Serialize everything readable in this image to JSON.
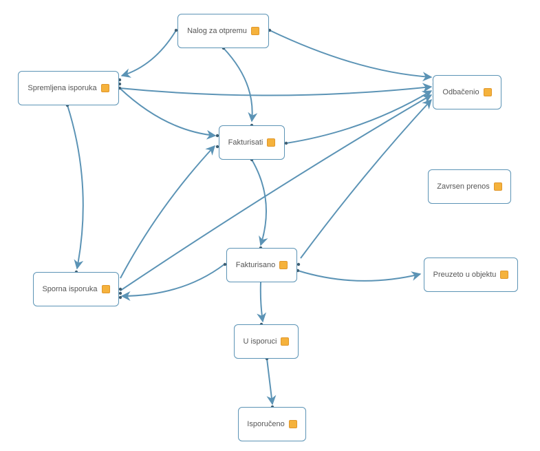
{
  "colors": {
    "edge": "#5b93b5",
    "node_border": "#5b93b5",
    "badge": "#f5b23c",
    "text": "#555555"
  },
  "nodes": [
    {
      "id": "nalog",
      "label": "Nalog za otpremu"
    },
    {
      "id": "spremljena",
      "label": "Spremljena isporuka"
    },
    {
      "id": "odbaceno",
      "label": "Odbačenio"
    },
    {
      "id": "fakturisati",
      "label": "Fakturisati"
    },
    {
      "id": "zavrsen",
      "label": "Zavrsen prenos"
    },
    {
      "id": "sporna",
      "label": "Sporna isporuka"
    },
    {
      "id": "fakturisano",
      "label": "Fakturisano"
    },
    {
      "id": "preuzeto",
      "label": "Preuzeto u objektu"
    },
    {
      "id": "uisporuci",
      "label": "U isporuci"
    },
    {
      "id": "isporuceno",
      "label": "Isporučeno"
    }
  ],
  "edges": [
    {
      "from": "nalog",
      "to": "spremljena"
    },
    {
      "from": "nalog",
      "to": "odbaceno"
    },
    {
      "from": "nalog",
      "to": "fakturisati"
    },
    {
      "from": "spremljena",
      "to": "odbaceno"
    },
    {
      "from": "spremljena",
      "to": "fakturisati"
    },
    {
      "from": "spremljena",
      "to": "sporna"
    },
    {
      "from": "fakturisati",
      "to": "odbaceno"
    },
    {
      "from": "fakturisati",
      "to": "fakturisano"
    },
    {
      "from": "sporna",
      "to": "fakturisati"
    },
    {
      "from": "sporna",
      "to": "odbaceno"
    },
    {
      "from": "fakturisano",
      "to": "odbaceno"
    },
    {
      "from": "fakturisano",
      "to": "sporna"
    },
    {
      "from": "fakturisano",
      "to": "preuzeto"
    },
    {
      "from": "fakturisano",
      "to": "uisporuci"
    },
    {
      "from": "uisporuci",
      "to": "isporuceno"
    }
  ]
}
